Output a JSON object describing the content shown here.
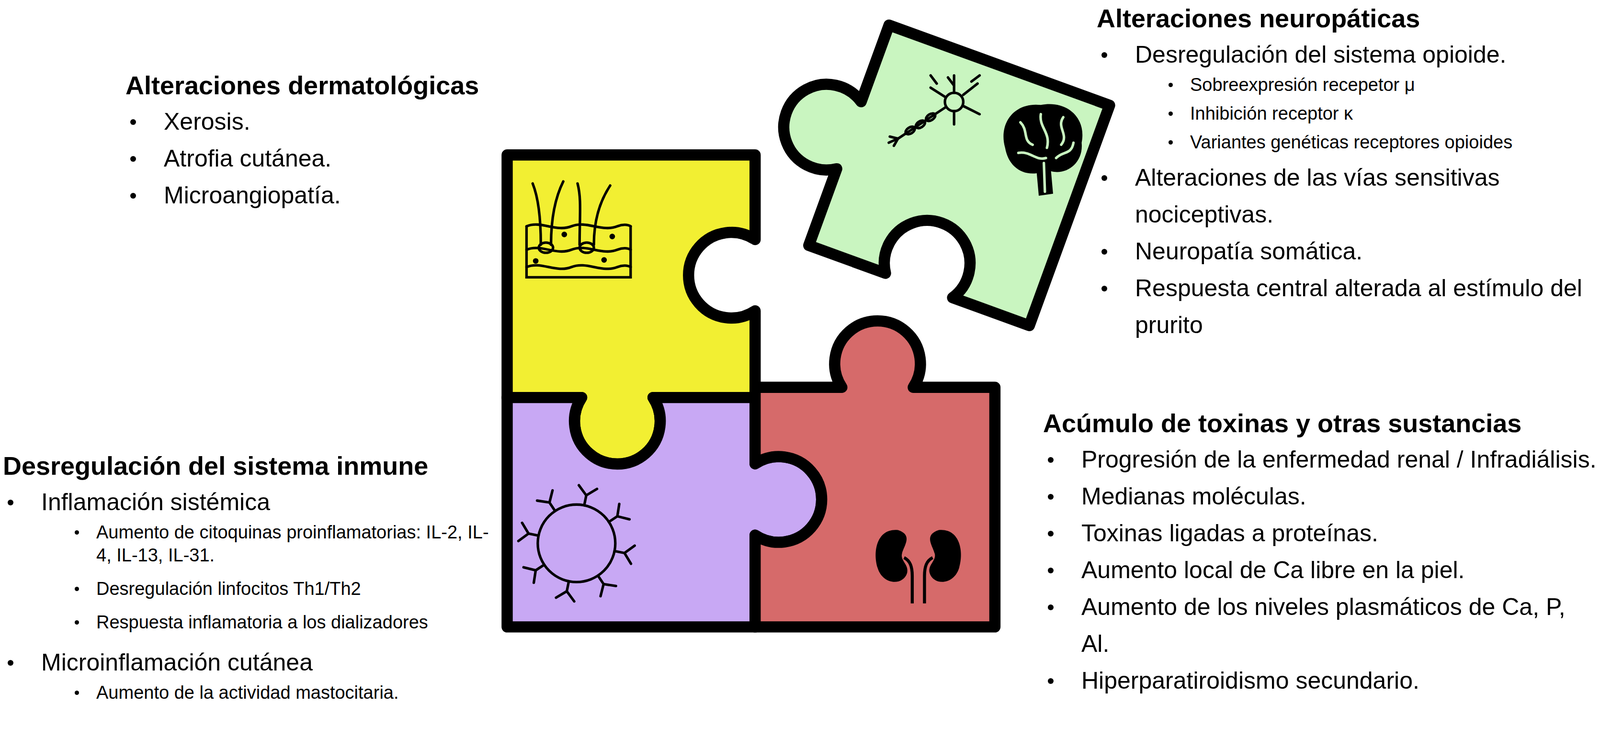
{
  "diagram": {
    "nodes": [
      {
        "text": [
          "Alteraciones dermatológicas",
          "Xerosis.",
          "Atrofia cutánea.",
          "Microangiopatía."
        ]
      },
      {
        "text": [
          "Alteraciones neuropáticas",
          "Desregulación del sistema opioide.",
          "Sobreexpresión recepetor μ",
          "Inhibición receptor κ",
          "Variantes genéticas receptores opioides",
          "Alteraciones de las vías sensitivas nociceptivas.",
          "Neuropatía somática.",
          "Respuesta central alterada al estímulo del prurito"
        ]
      },
      {
        "text": [
          "Desregulación del sistema inmune",
          "Inflamación sistémica",
          "Aumento de citoquinas proinflamatorias: IL-2, IL-4, IL-13, IL-31.",
          "Desregulación linfocitos Th1/Th2",
          "Respuesta inflamatoria a los dializadores",
          "Microinflamación cutánea",
          "Aumento de la actividad mastocitaria."
        ]
      },
      {
        "text": [
          "Acúmulo de toxinas y otras sustancias",
          "Progresión de la enfermedad renal / Infradiálisis.",
          "Medianas moléculas.",
          "Toxinas ligadas a proteínas.",
          "Aumento local de Ca libre en la piel.",
          "Aumento de los niveles plasmáticos de Ca, P, Al.",
          "Hiperparatiroidismo secundario."
        ]
      }
    ]
  }
}
